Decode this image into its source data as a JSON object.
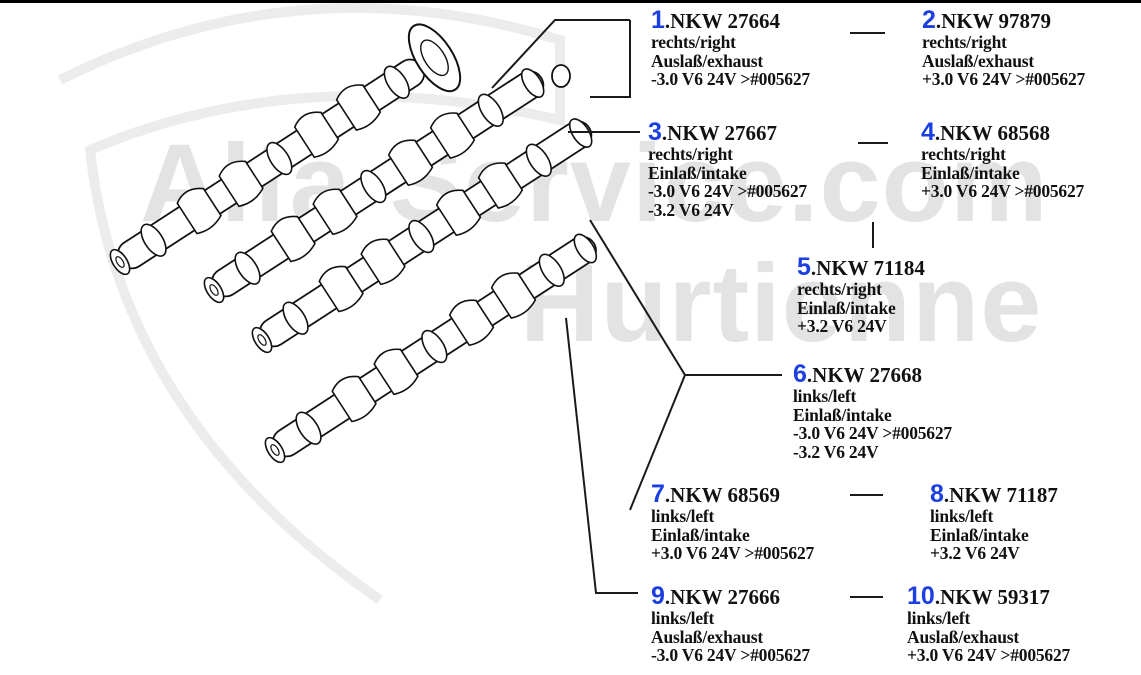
{
  "colors": {
    "number": "#1b3fe0",
    "text": "#111111",
    "lines": "#1a1a1a",
    "watermark": "#c9c9c9"
  },
  "watermark": {
    "line1": "Alfa-Service.com",
    "line2": "Hurtienne"
  },
  "parts": [
    {
      "num": "1",
      "code": "NKW 27664",
      "lines": [
        "rechts/right",
        "Auslaß/exhaust",
        "-3.0 V6 24V >#005627"
      ]
    },
    {
      "num": "2",
      "code": "NKW 97879",
      "lines": [
        "rechts/right",
        "Auslaß/exhaust",
        "+3.0 V6 24V >#005627"
      ]
    },
    {
      "num": "3",
      "code": "NKW 27667",
      "lines": [
        "rechts/right",
        "Einlaß/intake",
        "-3.0 V6 24V >#005627",
        "-3.2 V6 24V"
      ]
    },
    {
      "num": "4",
      "code": "NKW 68568",
      "lines": [
        "rechts/right",
        "Einlaß/intake",
        "+3.0 V6 24V >#005627"
      ]
    },
    {
      "num": "5",
      "code": "NKW 71184",
      "lines": [
        "rechts/right",
        "Einlaß/intake",
        "+3.2 V6 24V"
      ]
    },
    {
      "num": "6",
      "code": "NKW 27668",
      "lines": [
        "links/left",
        "Einlaß/intake",
        "-3.0 V6 24V >#005627",
        "-3.2 V6 24V"
      ]
    },
    {
      "num": "7",
      "code": "NKW 68569",
      "lines": [
        "links/left",
        "Einlaß/intake",
        "+3.0 V6 24V >#005627"
      ]
    },
    {
      "num": "8",
      "code": "NKW 71187",
      "lines": [
        "links/left",
        "Einlaß/intake",
        "+3.2 V6 24V"
      ]
    },
    {
      "num": "9",
      "code": "NKW 27666",
      "lines": [
        "links/left",
        "Auslaß/exhaust",
        "-3.0 V6 24V >#005627"
      ]
    },
    {
      "num": "10",
      "code": "NKW 59317",
      "lines": [
        "links/left",
        "Auslaß/exhaust",
        "+3.0 V6 24V >#005627"
      ]
    }
  ]
}
